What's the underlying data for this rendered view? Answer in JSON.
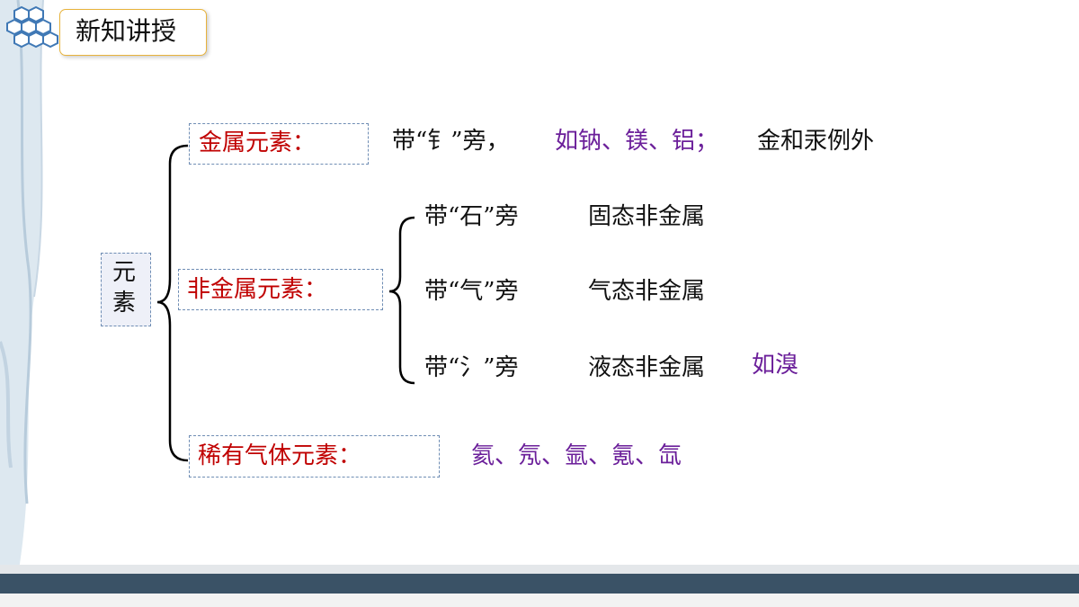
{
  "header": {
    "title": "新知讲授"
  },
  "root": {
    "char1": "元",
    "char2": "素"
  },
  "metal": {
    "label": "金属元素：",
    "rule": "带“钅”旁，",
    "examples": "如钠、镁、铝；",
    "exception": "金和汞例外"
  },
  "nonmetal": {
    "label": "非金属元素：",
    "rows": [
      {
        "radical": "带“石”旁",
        "state": "固态非金属",
        "example": ""
      },
      {
        "radical": "带“气”旁",
        "state": "气态非金属",
        "example": ""
      },
      {
        "radical": "带“氵”旁",
        "state": "液态非金属",
        "example": "如溴"
      }
    ]
  },
  "noble": {
    "label": "稀有气体元素：",
    "examples": "氦、氖、氩、氪、氙"
  },
  "colors": {
    "category": "#c00000",
    "example": "#6b1f9a",
    "box_border": "#6f8db4",
    "footer": "#3a5266"
  }
}
